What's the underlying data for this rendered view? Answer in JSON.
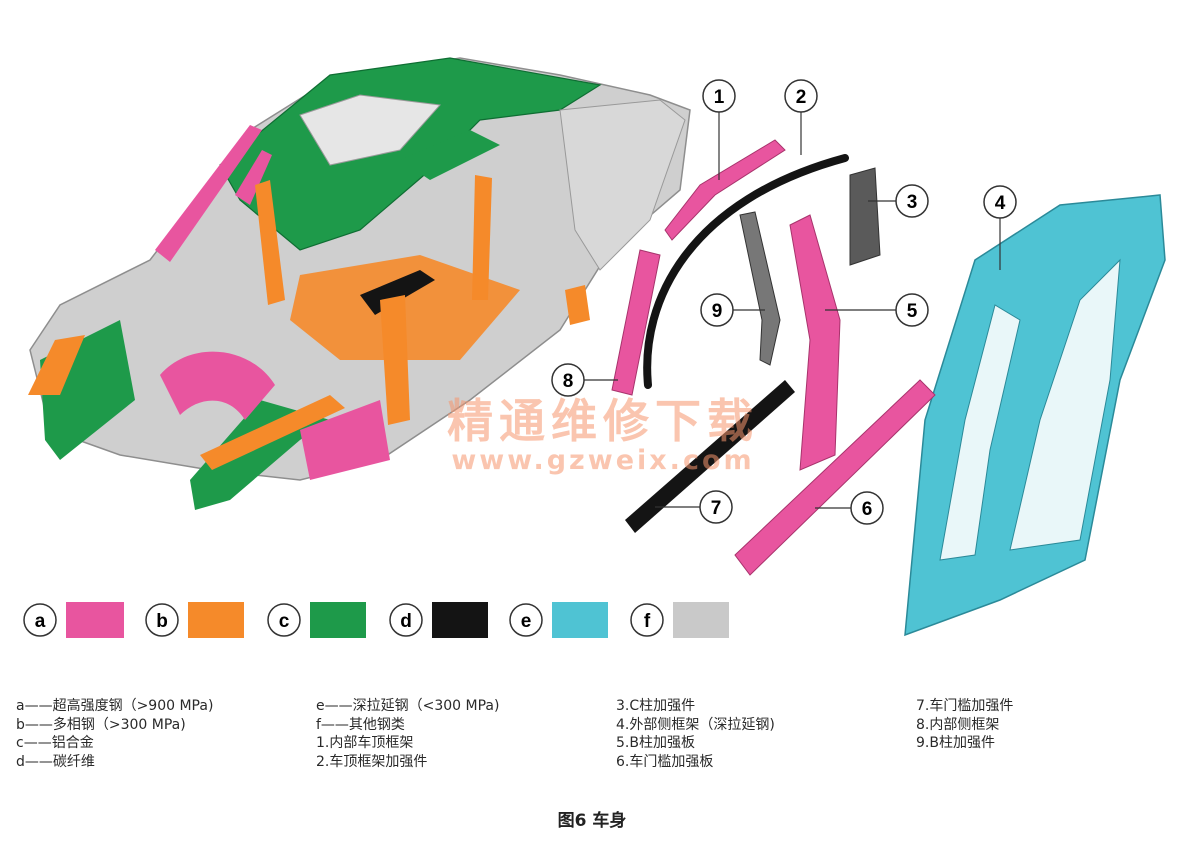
{
  "colors": {
    "a": "#e8559f",
    "b": "#f58a2a",
    "c": "#1e9a4a",
    "d": "#141414",
    "e": "#4fc3d3",
    "f": "#c9c9c9"
  },
  "callouts": [
    "1",
    "2",
    "3",
    "4",
    "5",
    "6",
    "7",
    "8",
    "9"
  ],
  "swatches": [
    {
      "letter": "a",
      "color": "#e8559f"
    },
    {
      "letter": "b",
      "color": "#f58a2a"
    },
    {
      "letter": "c",
      "color": "#1e9a4a"
    },
    {
      "letter": "d",
      "color": "#141414"
    },
    {
      "letter": "e",
      "color": "#4fc3d3"
    },
    {
      "letter": "f",
      "color": "#c9c9c9"
    }
  ],
  "legend": {
    "col1": [
      "a——超高强度钢（>900 MPa)",
      "b——多相钢（>300 MPa)",
      "c——铝合金",
      "d——碳纤维"
    ],
    "col2": [
      "e——深拉延钢（<300 MPa)",
      "f——其他钢类",
      "1.内部车顶框架",
      "2.车顶框架加强件"
    ],
    "col3": [
      "3.C柱加强件",
      "4.外部侧框架（深拉延钢)",
      "5.B柱加强板",
      "6.车门槛加强板"
    ],
    "col4": [
      "7.车门槛加强件",
      "8.内部侧框架",
      "9.B柱加强件"
    ]
  },
  "watermark": {
    "text": "精通维修下载",
    "url": "www.gzweix.com"
  },
  "caption": "图6 车身"
}
